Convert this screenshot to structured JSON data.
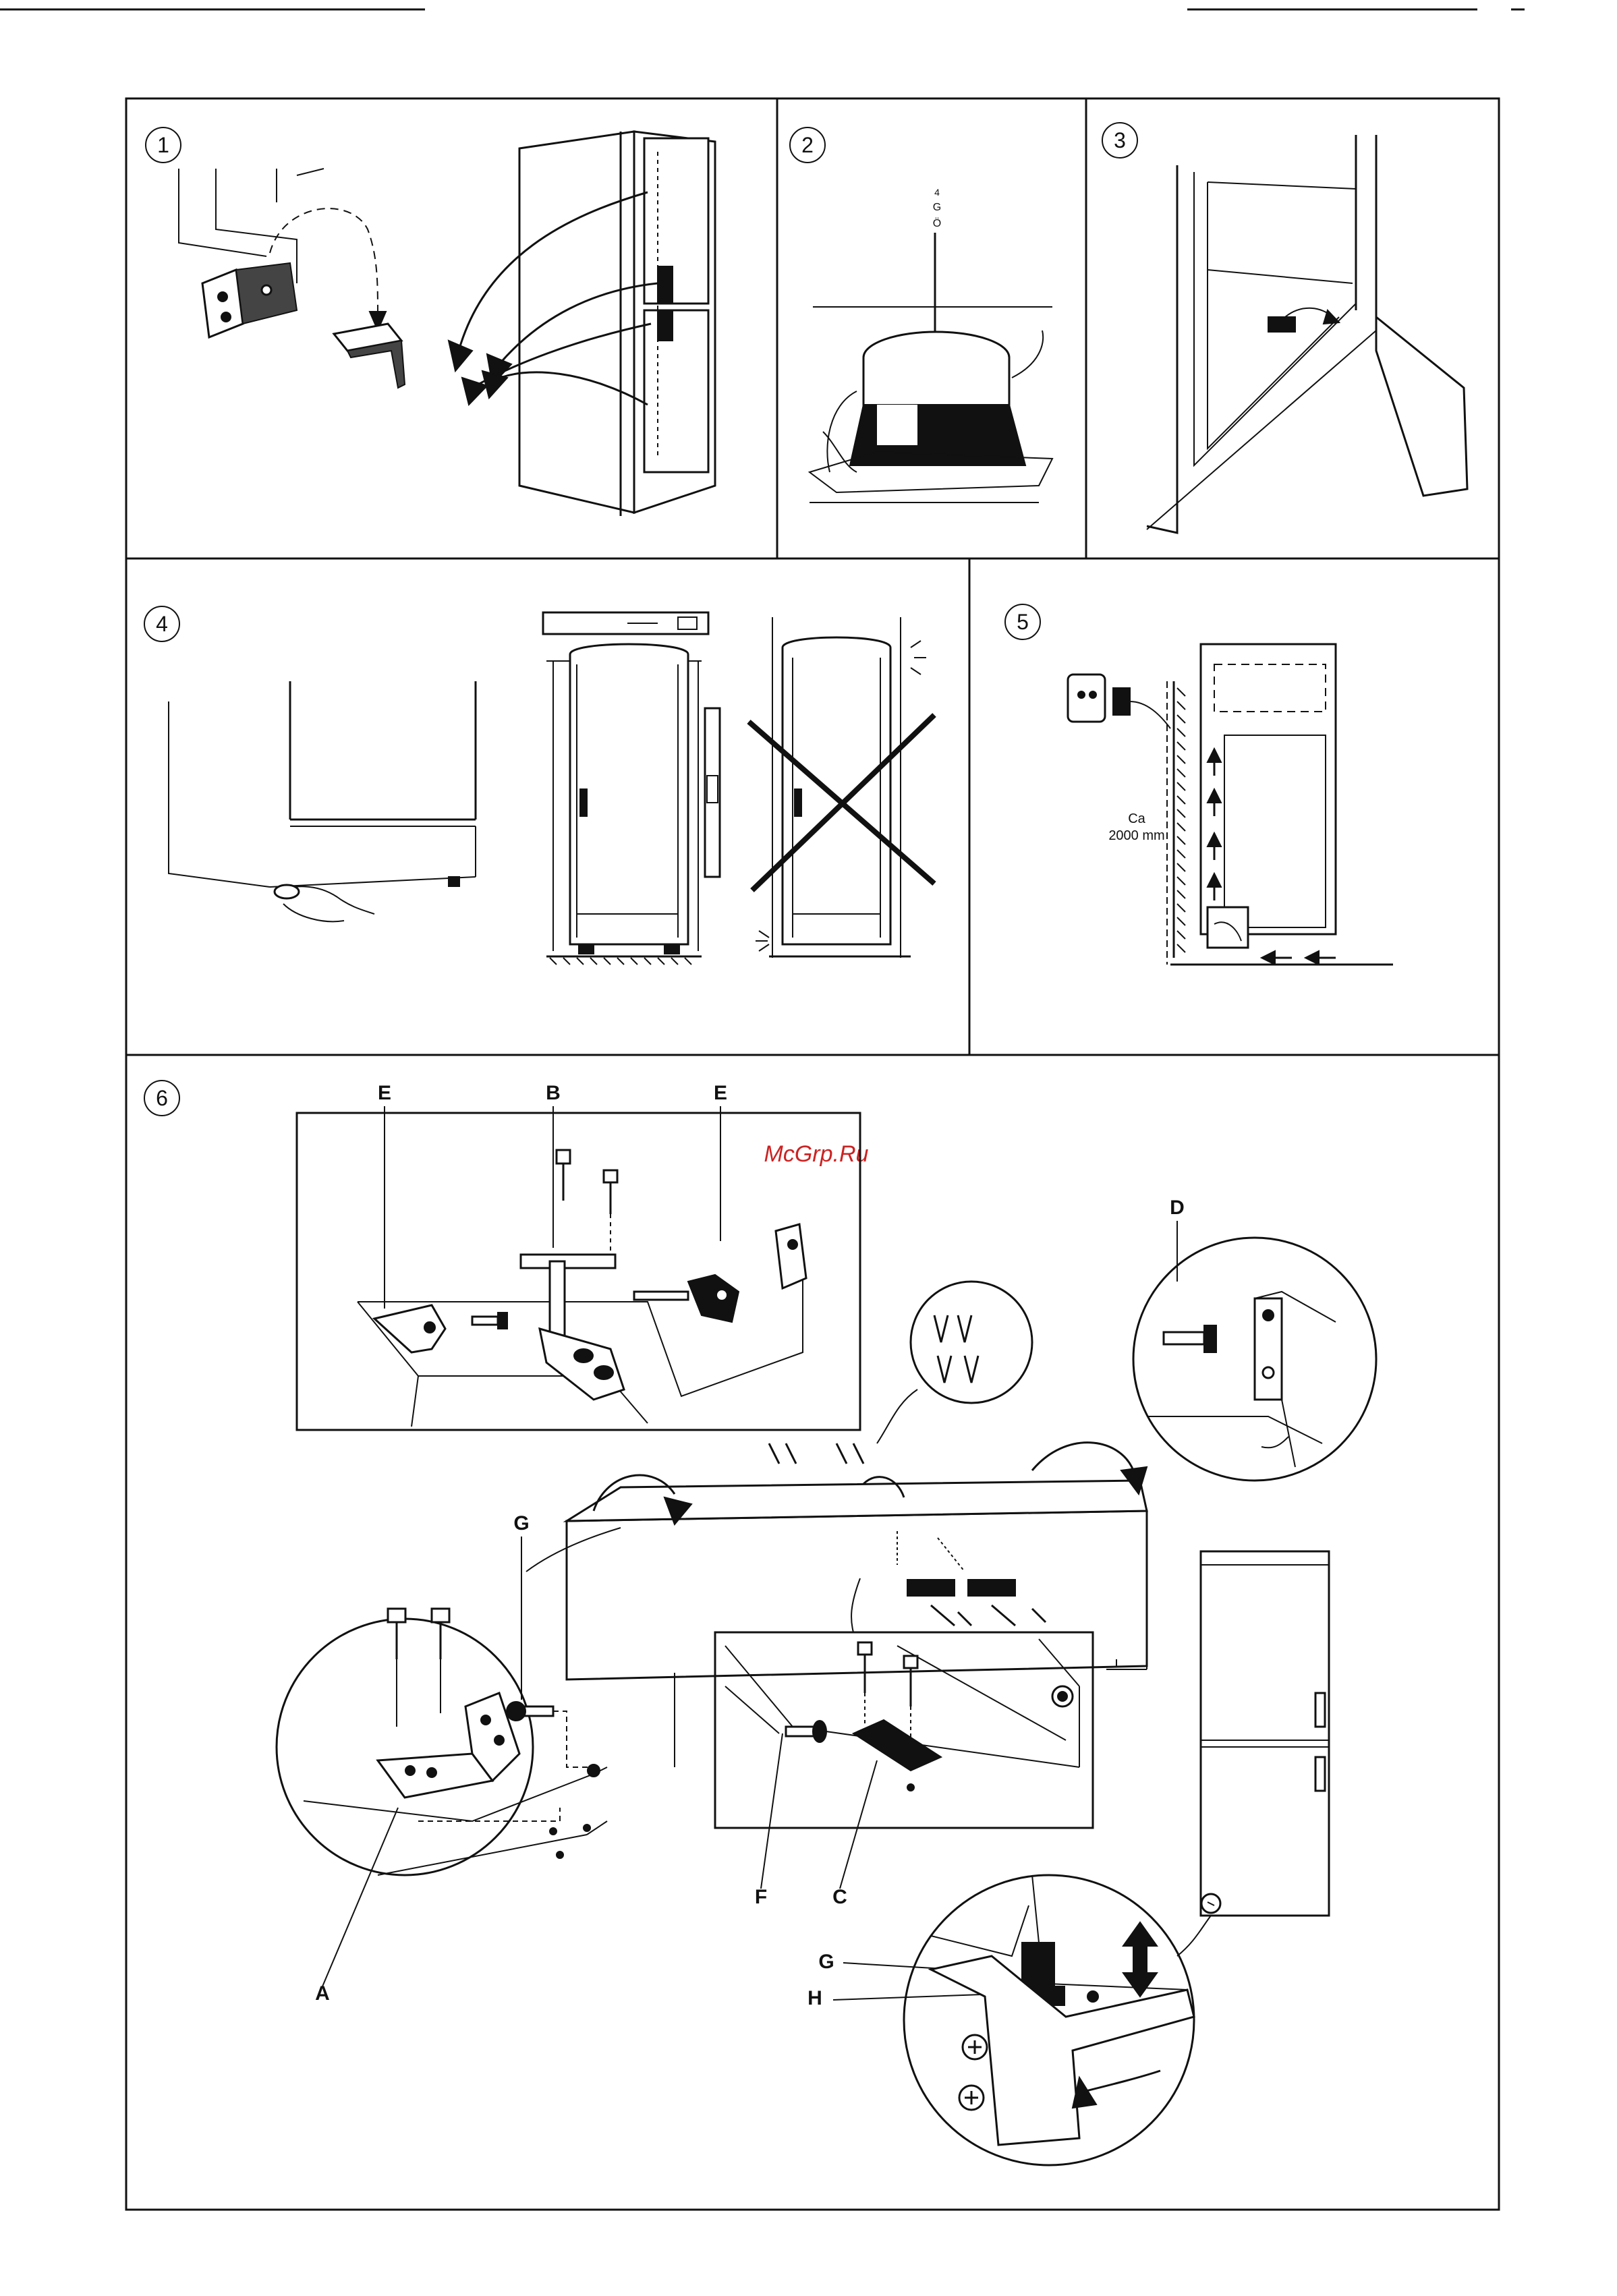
{
  "panels": {
    "p1": {
      "number": "1"
    },
    "p2": {
      "number": "2",
      "marking": [
        "4",
        "G",
        "Ö"
      ]
    },
    "p3": {
      "number": "3"
    },
    "p4": {
      "number": "4"
    },
    "p5": {
      "number": "5",
      "distance_line1": "Ca",
      "distance_line2": "2000 mm"
    },
    "p6": {
      "number": "6"
    }
  },
  "labels": {
    "E_left": "E",
    "B": "B",
    "E_right": "E",
    "D": "D",
    "G_top": "G",
    "A": "A",
    "F": "F",
    "C": "C",
    "G_bottom": "G",
    "H": "H"
  },
  "watermark": "McGrp.Ru"
}
